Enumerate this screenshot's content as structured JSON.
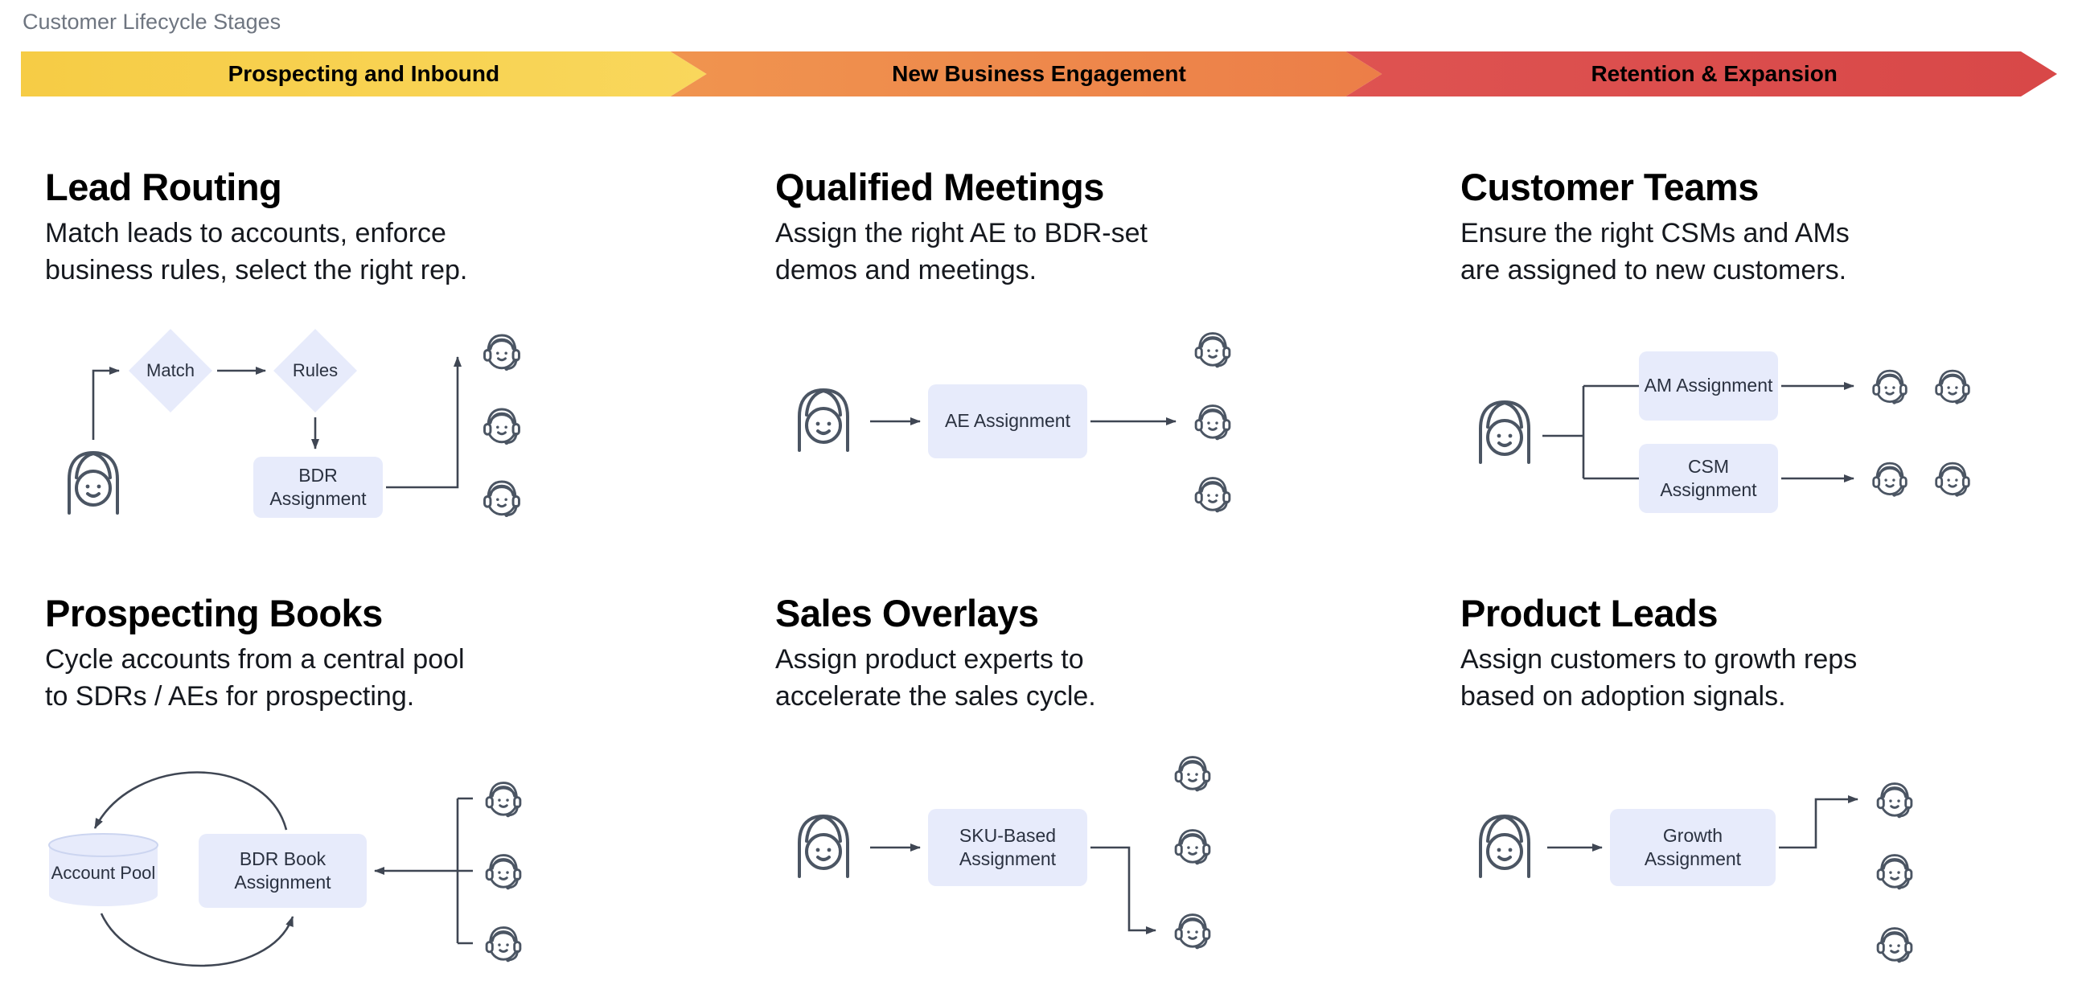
{
  "page": {
    "title": "Customer Lifecycle Stages"
  },
  "stages": [
    {
      "label": "Prospecting and Inbound",
      "color_start": "#F6CC45",
      "color_end": "#F9D75C"
    },
    {
      "label": "New Business Engagement",
      "color_start": "#F0944F",
      "color_end": "#EC7E48"
    },
    {
      "label": "Retention & Expansion",
      "color_start": "#DE5351",
      "color_end": "#D84848"
    }
  ],
  "colors": {
    "node_box_bg": "#E7EBFB",
    "wire": "#3f4653",
    "icon_stroke": "#4b5563"
  },
  "panels": [
    {
      "id": "lead-routing",
      "title": "Lead Routing",
      "description": "Match leads to accounts, enforce\nbusiness rules, select the right rep.",
      "nodes": {
        "match": "Match",
        "rules": "Rules",
        "bdr": "BDR Assignment"
      }
    },
    {
      "id": "qualified-meetings",
      "title": "Qualified Meetings",
      "description": "Assign the right AE to BDR-set\ndemos and meetings.",
      "nodes": {
        "ae": "AE Assignment"
      }
    },
    {
      "id": "customer-teams",
      "title": "Customer Teams",
      "description": "Ensure the right CSMs and AMs\nare assigned to new customers.",
      "nodes": {
        "am": "AM Assignment",
        "csm": "CSM Assignment"
      }
    },
    {
      "id": "prospecting-books",
      "title": "Prospecting Books",
      "description": "Cycle accounts from a central pool\nto SDRs / AEs for prospecting.",
      "nodes": {
        "pool": "Account Pool",
        "book": "BDR Book Assignment"
      }
    },
    {
      "id": "sales-overlays",
      "title": "Sales Overlays",
      "description": "Assign product experts to\naccelerate the sales cycle.",
      "nodes": {
        "sku": "SKU-Based Assignment"
      }
    },
    {
      "id": "product-leads",
      "title": "Product Leads",
      "description": "Assign customers to growth reps\nbased on adoption signals.",
      "nodes": {
        "growth": "Growth Assignment"
      }
    }
  ]
}
